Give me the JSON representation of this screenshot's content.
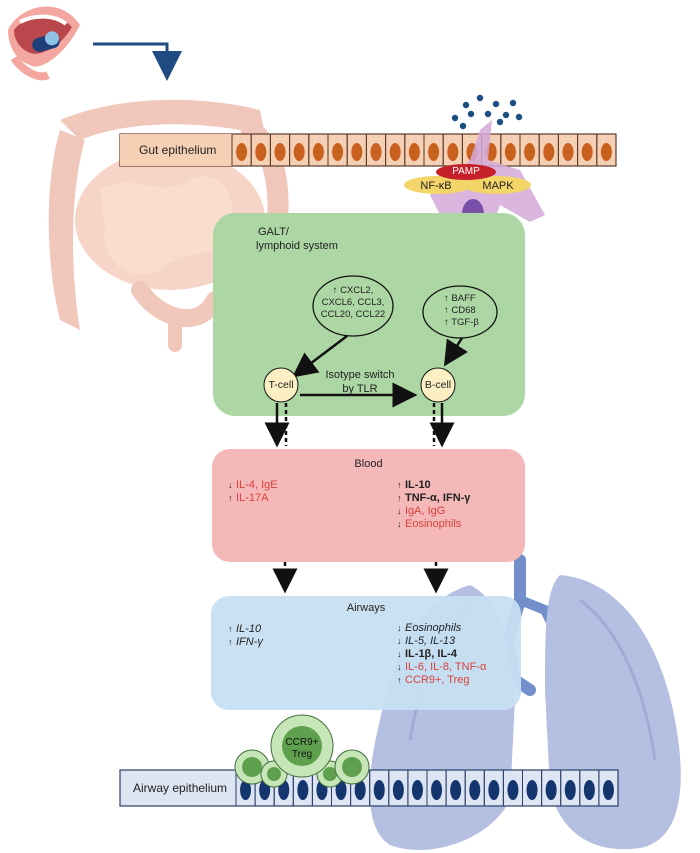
{
  "labels": {
    "gut_epithelium": "Gut epithelium",
    "pamp": "PAMP",
    "nfkb": "NF-κB",
    "mapk": "MAPK",
    "galt_line1": "GALT/",
    "galt_line2": "lymphoid system",
    "chemokines_1": "CXCL2,",
    "chemokines_2": "CXCL6, CCL3,",
    "chemokines_3": "CCL20, CCL22",
    "baff": "BAFF",
    "cd68": "CD68",
    "tgfb": "TGF-β",
    "isotype_line1": "Isotype switch",
    "isotype_line2": "by TLR",
    "tcell": "T-cell",
    "bcell": "B-cell",
    "blood_title": "Blood",
    "airways_title": "Airways",
    "airway_epithelium": "Airway epithelium",
    "ccr9_line1": "CCR9+",
    "ccr9_line2": "Treg"
  },
  "blood": {
    "left": [
      {
        "arrow": "↓",
        "text": "IL-4, IgE",
        "style": "red"
      },
      {
        "arrow": "↑",
        "text": "IL-17A",
        "style": "red"
      }
    ],
    "right": [
      {
        "arrow": "↑",
        "text": "IL-10",
        "style": "bold"
      },
      {
        "arrow": "↑",
        "text": "TNF-α, IFN-γ",
        "style": "bold"
      },
      {
        "arrow": "↓",
        "text": "IgA, IgG",
        "style": "red"
      },
      {
        "arrow": "↓",
        "text": "Eosinophils",
        "style": "red"
      }
    ]
  },
  "airways": {
    "left": [
      {
        "arrow": "↑",
        "text": "IL-10",
        "style": "ital"
      },
      {
        "arrow": "↑",
        "text": "IFN-γ",
        "style": "ital"
      }
    ],
    "right": [
      {
        "arrow": "↓",
        "text": "Eosinophils",
        "style": "ital"
      },
      {
        "arrow": "↓",
        "text": "IL-5, IL-13",
        "style": "ital"
      },
      {
        "arrow": "↓",
        "text": "IL-1β, IL-4",
        "style": "bold"
      },
      {
        "arrow": "↓",
        "text": "IL-6, IL-8, TNF-α",
        "style": "red"
      },
      {
        "arrow": "↑",
        "text": "CCR9+, Treg",
        "style": "red"
      }
    ]
  },
  "colors": {
    "galt_box": "#acd7a5",
    "blood_box": "#f5b8b9",
    "airways_box": "#c6dff2",
    "cell_fill": "#fcefc4",
    "gut_cell": "#f5d0b4",
    "gut_nucleus": "#c8611d",
    "airway_cell": "#dde4f2",
    "airway_nucleus": "#14356e",
    "pamp": "#c8202a",
    "receptor": "#f4d56a",
    "dendritic": "#d4a8d8",
    "dendritic_nucleus": "#7a4fa8",
    "dots": "#1a4f80",
    "arrow_blue": "#1f4a82"
  }
}
